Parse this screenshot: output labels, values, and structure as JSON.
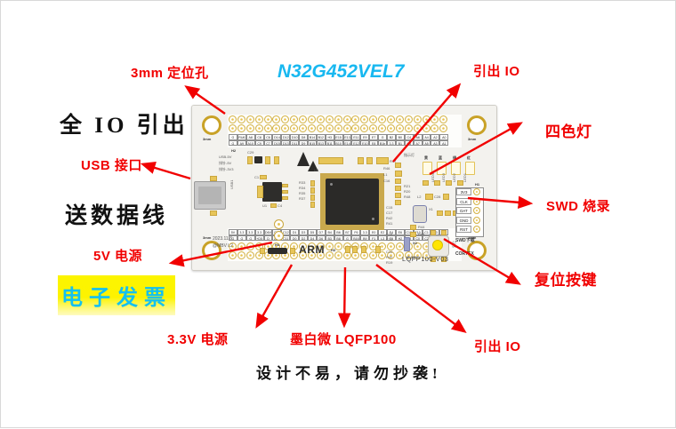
{
  "page": {
    "title_chip": "N32G452VEL7",
    "bg": "#ffffff",
    "accent_red": "#f10000",
    "accent_cyan": "#18b8f0"
  },
  "annotations": {
    "mount_hole": "3mm 定位孔",
    "all_io": "全 IO 引出",
    "usb_port": "USB 接口",
    "cable_gift": "送数据线",
    "power_5v": "5V 电源",
    "power_3v3": "3.3V 电源",
    "io_top": "引出 IO",
    "io_bottom": "引出 IO",
    "four_color_led": "四色灯",
    "swd_program": "SWD 烧录",
    "reset_button": "复位按键",
    "package": "墨白微 LQFP100",
    "invoice": "电子发票",
    "footnote": "设计不易，请勿抄袭!"
  },
  "board": {
    "silk": {
      "mount_left_top": "3mm",
      "mount_right_top": "3mm",
      "mount_left_bottom": "3mm",
      "mount_right_bottom": "3mm",
      "h2": "H2",
      "usb_5v": "USB-5V",
      "pin_5v": "排针-5V",
      "pin_3v3": "排针-3V3",
      "date": "2023.11.8",
      "author": "@MBV L2",
      "arm": "ARM",
      "h3": "H3",
      "h4": "H4",
      "h1": "H1",
      "version": "LQFP100-V03",
      "swd_download": "SWD下载",
      "cortex": "CORTEX",
      "reset_led_label": "指示灯",
      "u1": "U1",
      "u2": "U2",
      "x1": "X1",
      "x2": "X2",
      "x2_freq": "32.768K",
      "l1": "L1",
      "l2": "L2",
      "c1": "C1",
      "c4": "C4",
      "c6": "C6",
      "c19": "C19",
      "c28": "C28",
      "c29": "C29",
      "r23": "R23",
      "r25": "R25",
      "r33": "R33",
      "r34": "R34",
      "r35": "R35",
      "r37": "R37",
      "r40": "R40",
      "r41": "R41",
      "r42": "R42",
      "r43": "R43",
      "r44": "R44",
      "r46": "R46",
      "r47": "R47",
      "r48": "R48",
      "r19": "R19",
      "r20": "R20",
      "r21": "R21"
    },
    "led_colors": [
      "黄",
      "蓝",
      "绿",
      "红"
    ],
    "led_refs": [
      "LED4",
      "LED3",
      "LED2",
      "LED1"
    ],
    "swd_header": [
      "3V3",
      "CLK",
      "DAT",
      "GND",
      "RST"
    ],
    "top_header_row1": [
      "G",
      "RU6",
      "A8",
      "C8",
      "C6",
      "D14",
      "D12",
      "D10",
      "D8",
      "B14",
      "B12",
      "H3",
      "E15",
      "E13",
      "E11",
      "E9",
      "E7",
      "G",
      "B2",
      "B0",
      "C4",
      "A6",
      "A4",
      "A2",
      "A0"
    ],
    "top_header_row2": [
      "G",
      "A9",
      "A10",
      "C9",
      "C7",
      "D15",
      "D13",
      "D11",
      "D9",
      "B15",
      "B13",
      "B11",
      "B10",
      "E14",
      "E12",
      "E10",
      "E8",
      "B1b",
      "3.3",
      "B1",
      "C5",
      "A7",
      "A5",
      "A3",
      "A1"
    ],
    "bottom_header_row1": [
      "5V",
      "3.3",
      "3.3",
      "3.3",
      "D6V",
      "C10",
      "C12",
      "D1",
      "D3",
      "D5",
      "D7",
      "B4",
      "B6",
      "B7",
      "F6",
      "3.3",
      "E0",
      "E2",
      "E4",
      "E6",
      "C13",
      "F10",
      "C1",
      "C3",
      "F5"
    ],
    "bottom_header_row2": [
      "G",
      "G",
      "G",
      "+D5",
      "D",
      "A13",
      "C11",
      "D0",
      "D2",
      "D4",
      "D6",
      "B3",
      "B8",
      "G",
      "B16",
      "B9",
      "F1",
      "L3",
      "E5",
      "H2",
      "P9",
      "C0",
      "C2",
      "GN"
    ]
  }
}
